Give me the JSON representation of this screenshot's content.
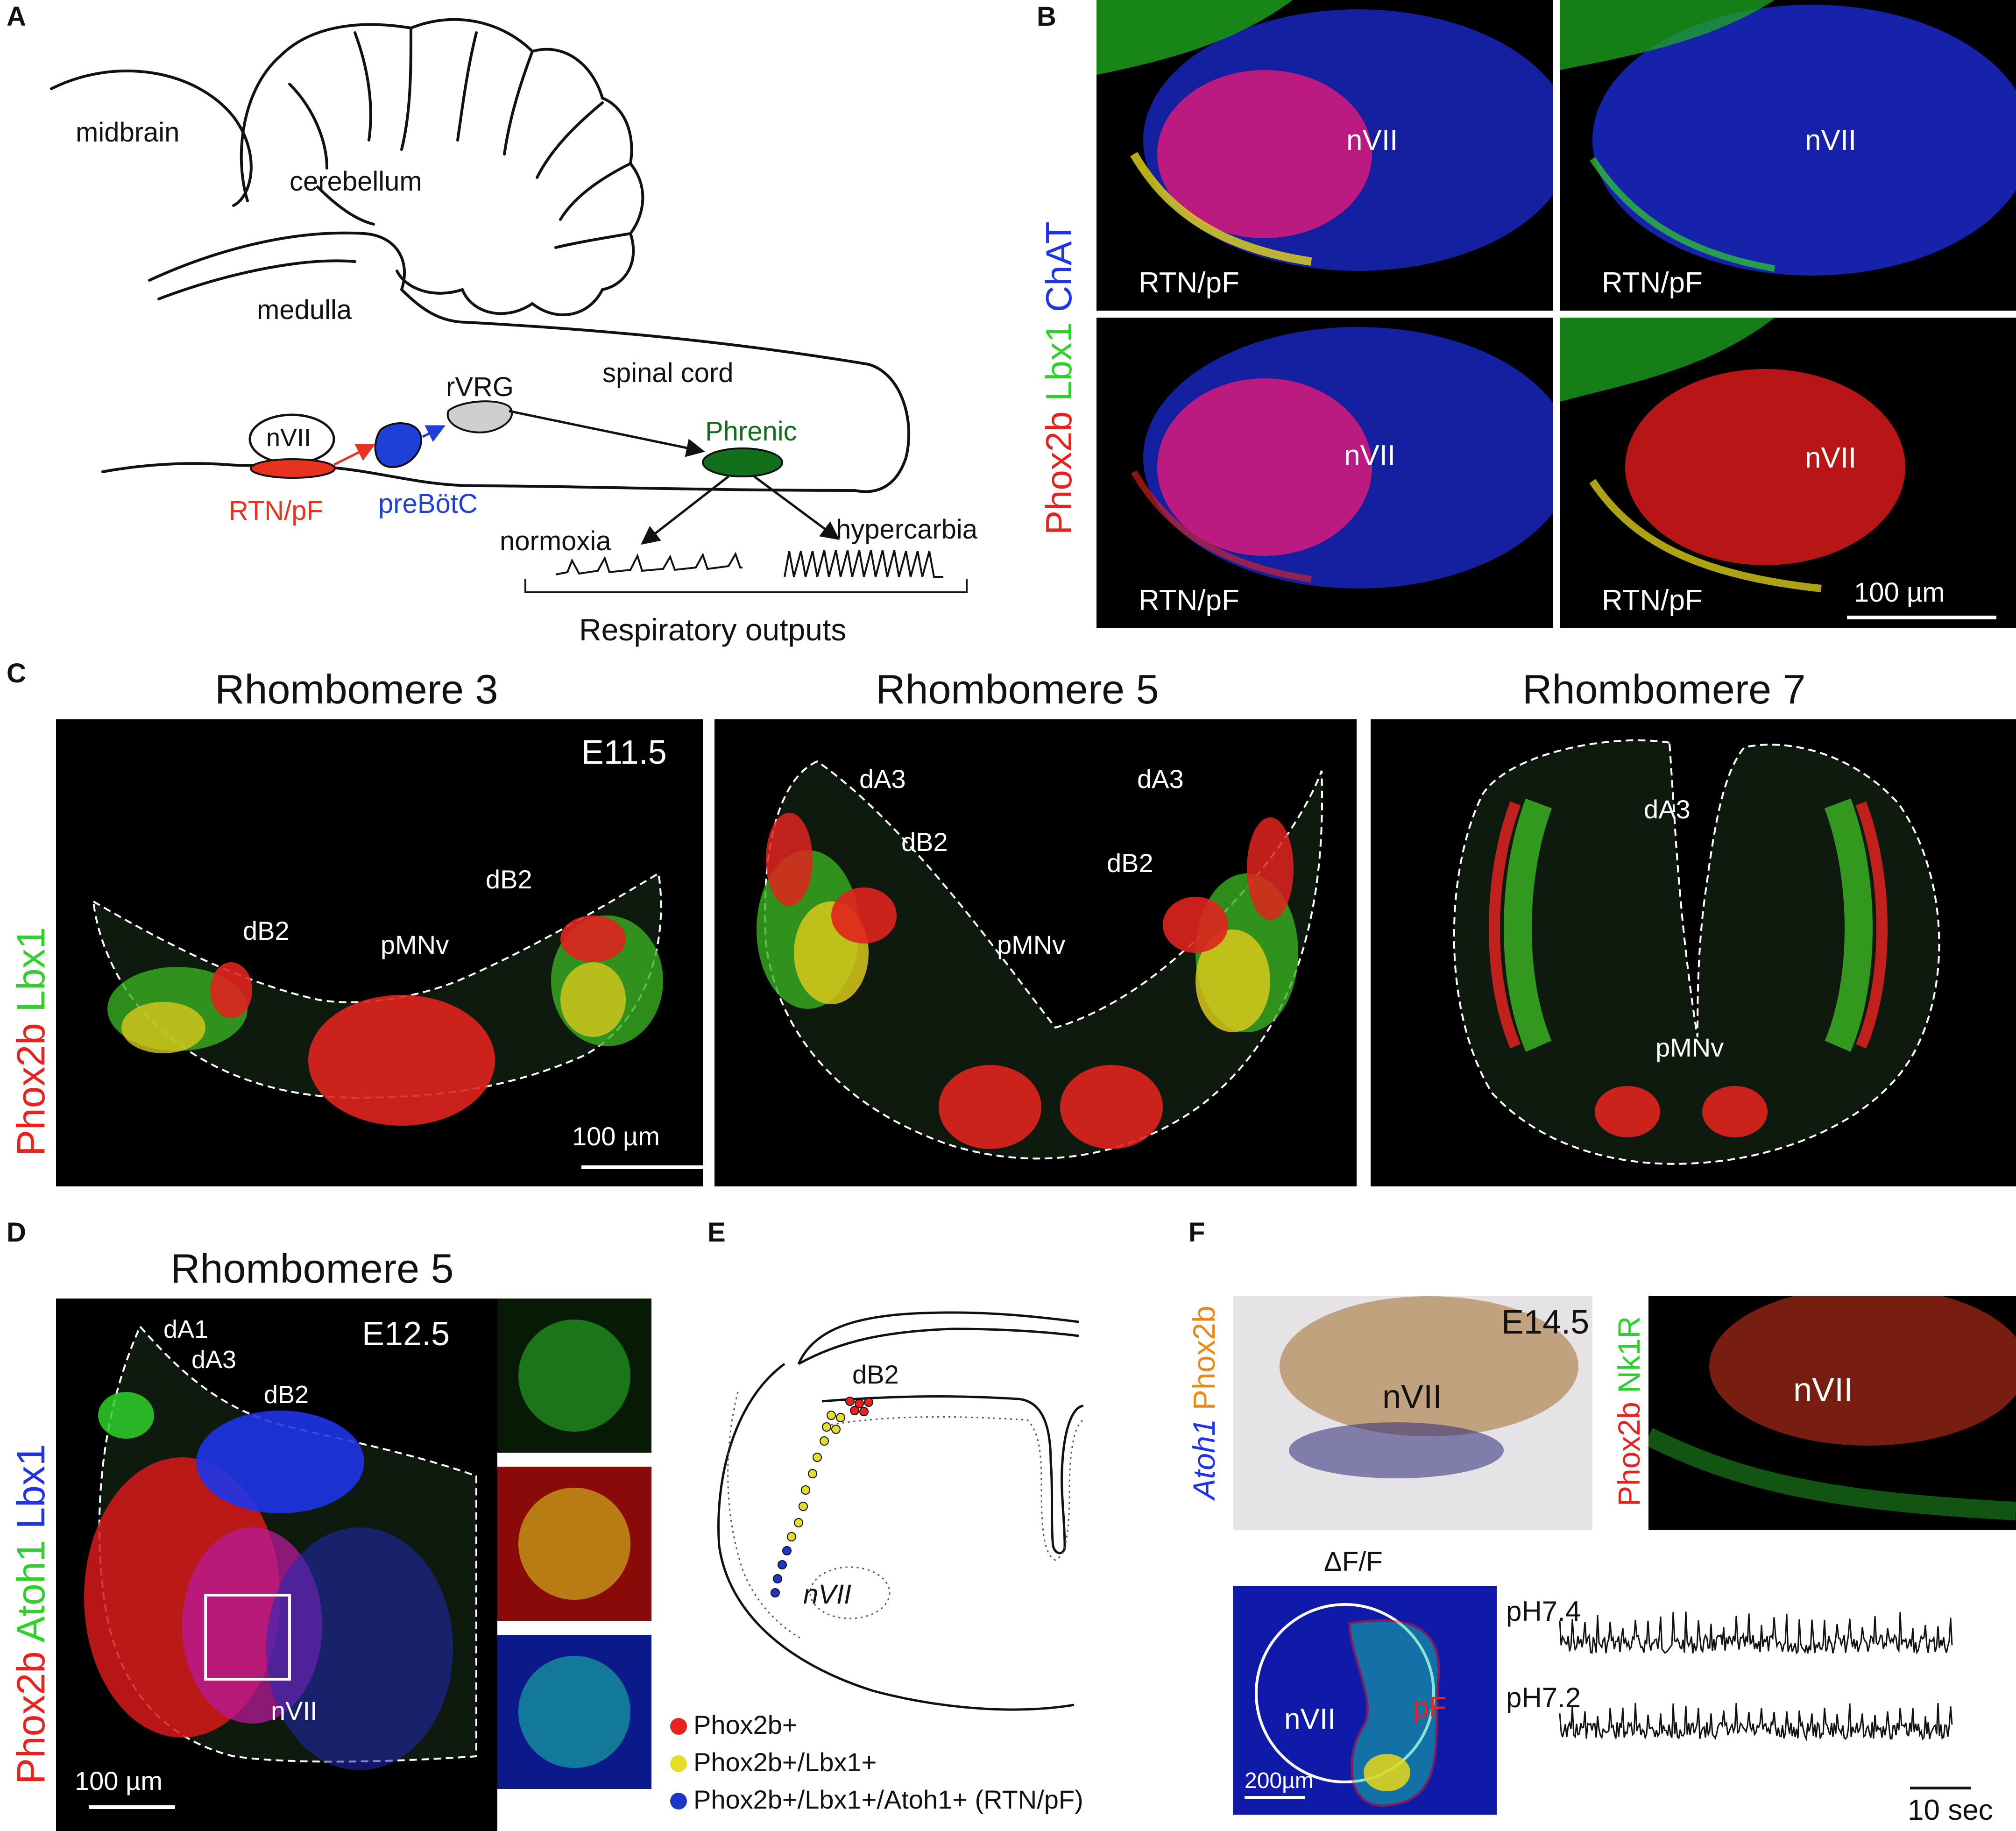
{
  "panels": {
    "A": {
      "letter": "A",
      "labels": {
        "midbrain": "midbrain",
        "cerebellum": "cerebellum",
        "medulla": "medulla",
        "spinal_cord": "spinal cord",
        "rvrg": "rVRG",
        "nvii": "nVII",
        "phrenic": "Phrenic",
        "rtn_pf": "RTN/pF",
        "prebotc": "preBötC",
        "normoxia": "normoxia",
        "hypercarbia": "hypercarbia",
        "outputs": "Respiratory outputs"
      },
      "colors": {
        "rtn": "#e8321e",
        "prebotc": "#1e3fd8",
        "phrenic": "#12701c",
        "rvrg": "#cfcfcf"
      }
    },
    "B": {
      "letter": "B",
      "channel_label": {
        "phox2b": "Phox2b",
        "lbx1": "Lbx1",
        "chat": "ChAT"
      },
      "tiles": [
        {
          "region": "nVII",
          "area": "RTN/pF"
        },
        {
          "region": "nVII",
          "area": "RTN/pF"
        },
        {
          "region": "nVII",
          "area": "RTN/pF"
        },
        {
          "region": "nVII",
          "area": "RTN/pF"
        }
      ],
      "scalebar": "100 µm"
    },
    "C": {
      "letter": "C",
      "channel_label": {
        "phox2b": "Phox2b",
        "lbx1": "Lbx1"
      },
      "sections": [
        {
          "title": "Rhombomere 3",
          "stage": "E11.5",
          "marks": [
            "dB2",
            "dB2",
            "pMNv"
          ],
          "scalebar": "100 µm"
        },
        {
          "title": "Rhombomere 5",
          "marks": [
            "dA3",
            "dA3",
            "dB2",
            "dB2",
            "pMNv"
          ]
        },
        {
          "title": "Rhombomere 7",
          "marks": [
            "dA3",
            "pMNv"
          ]
        }
      ]
    },
    "D": {
      "letter": "D",
      "title": "Rhombomere 5",
      "stage": "E12.5",
      "channel_label": {
        "phox2b": "Phox2b",
        "atoh1": "Atoh1",
        "lbx1": "Lbx1"
      },
      "marks": [
        "dA1",
        "dA3",
        "dB2",
        "nVII"
      ],
      "scalebar": "100 µm"
    },
    "E": {
      "letter": "E",
      "marks": {
        "db2": "dB2",
        "nvii": "nVII"
      },
      "legend": [
        {
          "label": "Phox2b+",
          "color": "#e8231e"
        },
        {
          "label": "Phox2b+/Lbx1+",
          "color": "#e4de2a"
        },
        {
          "label": "Phox2b+/Lbx1+/Atoh1+ (RTN/pF)",
          "color": "#1f34c8"
        }
      ]
    },
    "F": {
      "letter": "F",
      "ish": {
        "stage": "E14.5",
        "region": "nVII",
        "atoh1": "Atoh1",
        "phox2b": "Phox2b"
      },
      "ihc": {
        "region": "nVII",
        "phox2b": "Phox2b",
        "nk1r": "Nk1R"
      },
      "imaging": {
        "title": "ΔF/F",
        "region": "nVII",
        "area": "pF",
        "scalebar": "200µm"
      },
      "traces": [
        {
          "label": "pH7.4"
        },
        {
          "label": "pH7.2"
        }
      ],
      "time_scale": "10 sec"
    }
  }
}
